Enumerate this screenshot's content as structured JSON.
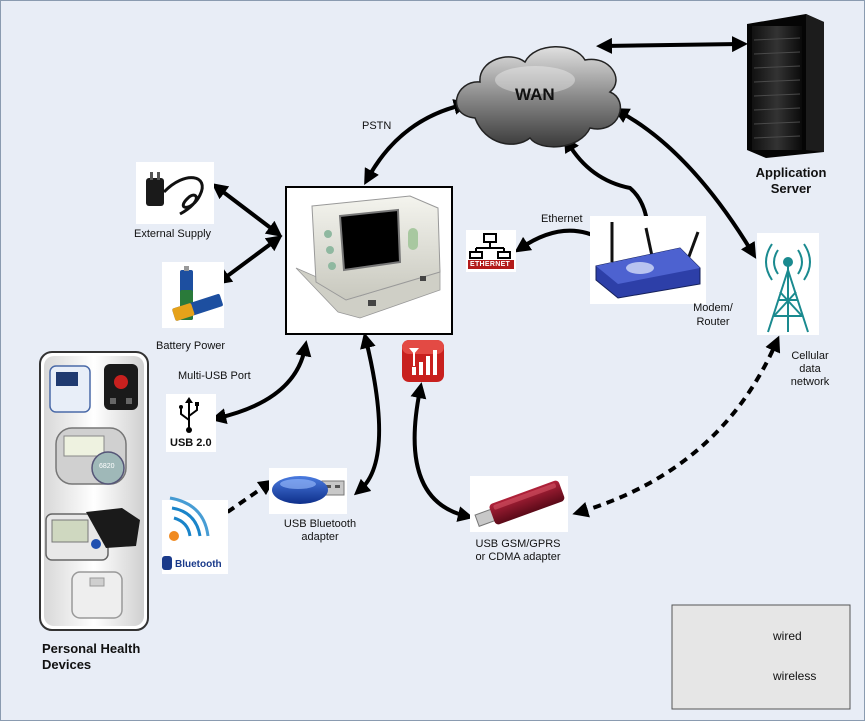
{
  "labels": {
    "wan": "WAN",
    "pstn": "PSTN",
    "app_server_1": "Application",
    "app_server_2": "Server",
    "external_supply": "External Supply",
    "battery_power": "Battery Power",
    "multi_usb_port": "Multi-USB Port",
    "usb_20": "USB 2.0",
    "ethernet": "Ethernet",
    "ethernet_icon": "ETHERNET",
    "modem_1": "Modem/",
    "modem_2": "Router",
    "cellular_1": "Cellular",
    "cellular_2": "data",
    "cellular_3": "network",
    "usb_bt_1": "USB Bluetooth",
    "usb_bt_2": "adapter",
    "bluetooth": "Bluetooth",
    "gsm_1": "USB GSM/GPRS",
    "gsm_2": "or CDMA adapter",
    "phd_1": "Personal Health",
    "phd_2": "Devices",
    "monitor_reading": "6820"
  },
  "legend": {
    "wired": "wired",
    "wireless": "wireless"
  },
  "colors": {
    "background": "#e8edf6",
    "arrow": "#000000",
    "router": "#2d3fa8",
    "signal_icon": "#c8201e",
    "bluetooth_waves": "#1a84c9",
    "tower": "#1a8a8f"
  }
}
